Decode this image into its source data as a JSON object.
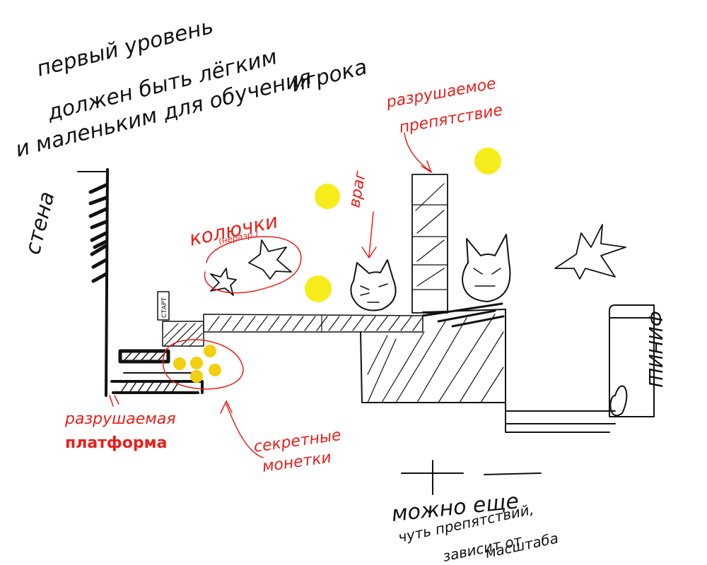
{
  "colors": {
    "ink": "#111111",
    "annotation": "#e8201a",
    "coin": "#f6ec1c",
    "secret_coin": "#f3cf12"
  },
  "notes": {
    "intro_line1": "первый уровень",
    "intro_line2": "должен быть лёгким",
    "intro_line3": "и маленьким для обучения",
    "intro_line4": "игрока",
    "more_line1": "можно еще",
    "more_line2": "чуть препятствий,",
    "more_line3": "зависит от",
    "more_line4": "масштаба"
  },
  "labels": {
    "wall": "стена",
    "spikes": "колючки",
    "spikes_note": "(неразр.)",
    "enemy": "враг",
    "breakable_obstacle_1": "разрушаемое",
    "breakable_obstacle_2": "препятствие",
    "breakable_platform_1": "разрушаемая",
    "breakable_platform_2": "платформа",
    "secret_coins_1": "секретные",
    "secret_coins_2": "монетки",
    "start": "СТАРТ",
    "finish": "ФИНИШ"
  },
  "icons": {
    "coin": "coin-icon",
    "spike": "spike-icon",
    "cat_enemy": "cat-enemy-icon",
    "arrow": "arrow-icon"
  }
}
